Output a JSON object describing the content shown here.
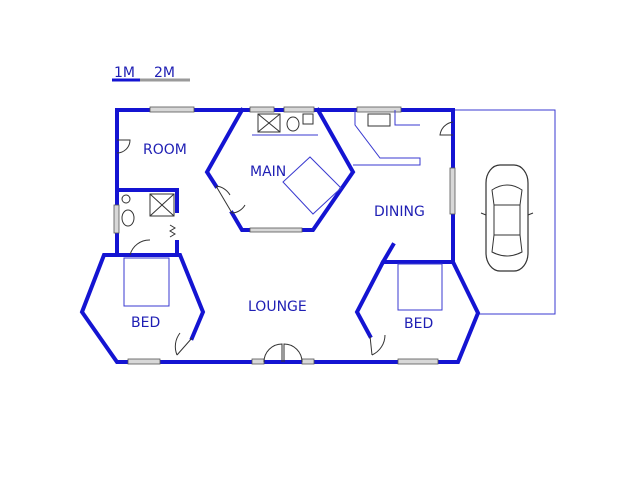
{
  "scale_bar": {
    "label_1": "1M",
    "label_2": "2M"
  },
  "rooms": {
    "room": "ROOM",
    "main": "MAIN",
    "dining": "DINING",
    "lounge": "LOUNGE",
    "bed_left": "BED",
    "bed_right": "BED"
  },
  "colors": {
    "wall": "#1414d2",
    "label": "#1f1fb4",
    "window": "#d8d8d8",
    "scale_grey": "#9a9a9a"
  },
  "icons": [
    "car-icon",
    "toilet-icon",
    "shower-icon",
    "sink-icon",
    "door-swing-icon",
    "bed-icon"
  ]
}
